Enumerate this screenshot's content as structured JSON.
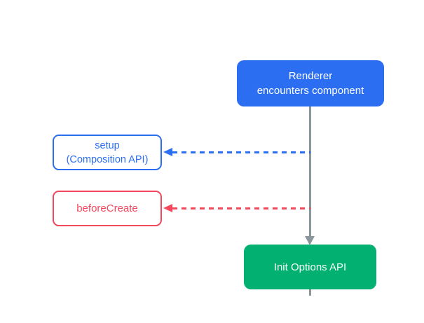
{
  "diagram": {
    "name": "vue-lifecycle-flow",
    "nodes": {
      "renderer": {
        "line1": "Renderer",
        "line2": "encounters component"
      },
      "setup": {
        "line1": "setup",
        "line2": "(Composition API)"
      },
      "before_create": {
        "label": "beforeCreate"
      },
      "init_options": {
        "label": "Init Options API"
      }
    },
    "edges": {
      "renderer_to_init_options": {
        "type": "solid-arrow-down",
        "color_name": "gray",
        "from": "renderer",
        "to": "init_options"
      },
      "flow_to_setup": {
        "type": "dashed-arrow-left",
        "color_name": "blue",
        "from": "main-flow-line",
        "to": "setup"
      },
      "flow_to_before_create": {
        "type": "dashed-arrow-left",
        "color_name": "red",
        "from": "main-flow-line",
        "to": "before_create"
      },
      "continuation_below_init_options": {
        "type": "line-stub",
        "color_name": "gray"
      }
    }
  },
  "colors": {
    "blue": "#2c6ef2",
    "red": "#f5475c",
    "green": "#02b072",
    "gray": "#8b959c",
    "background": "#ffffff",
    "text_on_fill": "#ffffff"
  }
}
